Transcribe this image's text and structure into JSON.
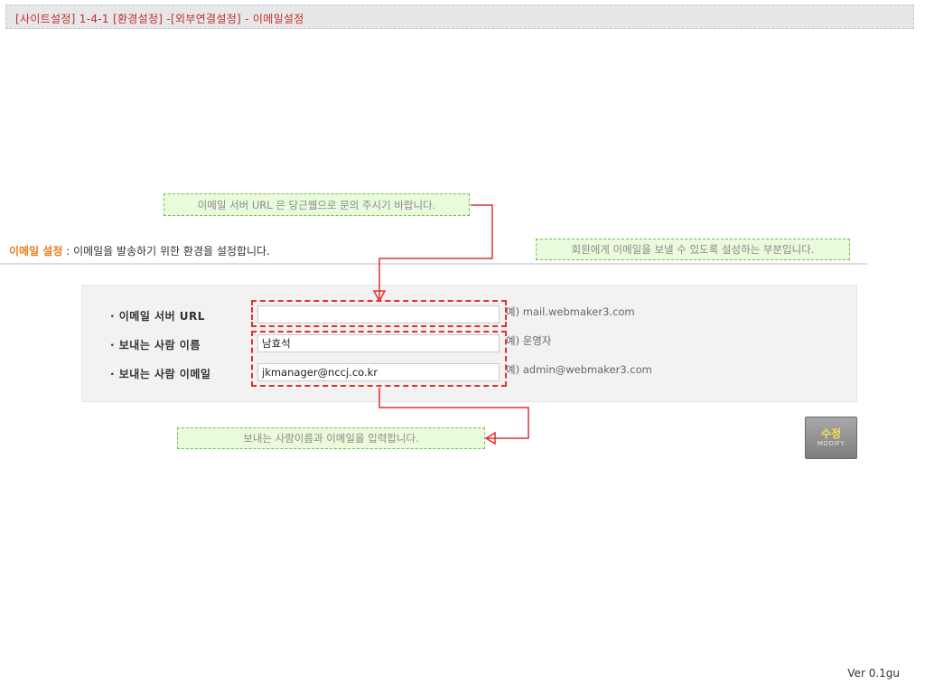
{
  "header": {
    "title": "[사이트설정] 1-4-1 [환경설정] -[외부연결설정] - 이메일설정"
  },
  "callouts": {
    "server_url_note": "이메일 서버 URL 은 당근웹으로 문의 주시기 바랍니다.",
    "section_note": "회원에게 이메일을 보낼 수 있도록 설성하는 부분입니다.",
    "sender_note": "보내는 사람이름과 이메일을 입력합니다."
  },
  "section": {
    "title": "이메일 설정",
    "separator": " : ",
    "description": "이메일을 발송하기 위한 환경을 설정합니다."
  },
  "form": {
    "fields": [
      {
        "label": "· 이메일 서버 URL",
        "value": "",
        "example": "예) mail.webmaker3.com"
      },
      {
        "label": "· 보내는 사람 이름",
        "value": "남효석",
        "example": "예) 운영자"
      },
      {
        "label": "· 보내는 사람 이메일",
        "value": "jkmanager@nccj.co.kr",
        "example": "예) admin@webmaker3.com"
      }
    ]
  },
  "modify_button": {
    "label": "수정",
    "sublabel": "MODIFY"
  },
  "footer": {
    "version": "Ver 0.1gu"
  },
  "colors": {
    "header_text": "#c32c2c",
    "section_title": "#ee7c1c",
    "callout_bg": "#eafbdc",
    "callout_border": "#6cc34a",
    "annotation_red": "#e03030"
  }
}
